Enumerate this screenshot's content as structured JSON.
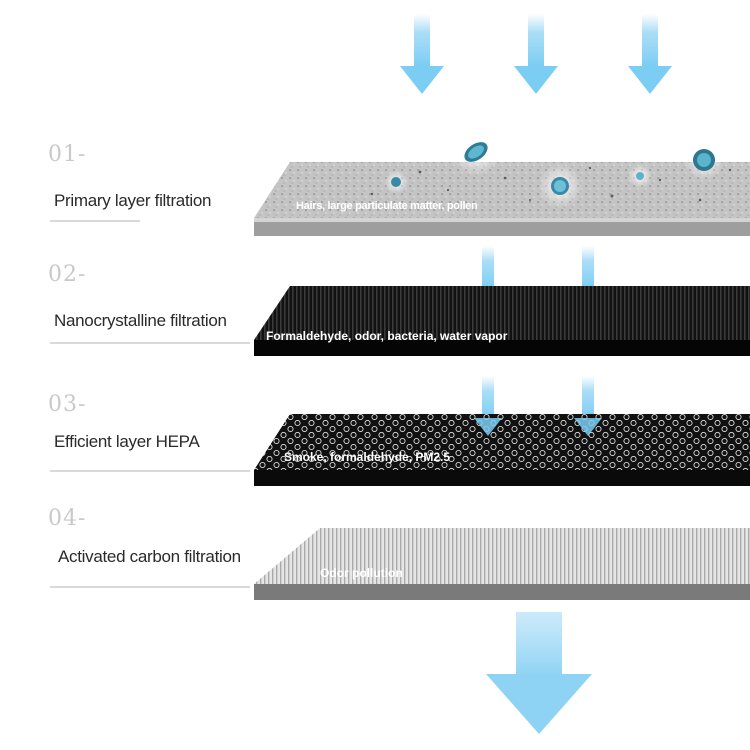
{
  "layers": [
    {
      "number": "01-",
      "title": "Primary layer filtration",
      "caption": "Hairs, large particulate matter, pollen"
    },
    {
      "number": "02-",
      "title": "Nanocrystalline filtration",
      "caption": "Formaldehyde, odor, bacteria, water vapor"
    },
    {
      "number": "03-",
      "title": "Efficient layer HEPA",
      "caption": "Smoke, formaldehyde, PM2.5"
    },
    {
      "number": "04-",
      "title": "Activated carbon filtration",
      "caption": "Odor pollution"
    }
  ],
  "colors": {
    "arrow": "#8fd3f4",
    "number": "#c9c9c9",
    "title": "#2a2a2a",
    "rule": "#d9d9d9",
    "layer1": "#bdbdbd",
    "layer2": "#1a1a1a",
    "layer3": "#151515",
    "layer4": "#dadada"
  },
  "icons": [
    "down-arrow-icon",
    "bacteria-icon",
    "virus-icon"
  ]
}
